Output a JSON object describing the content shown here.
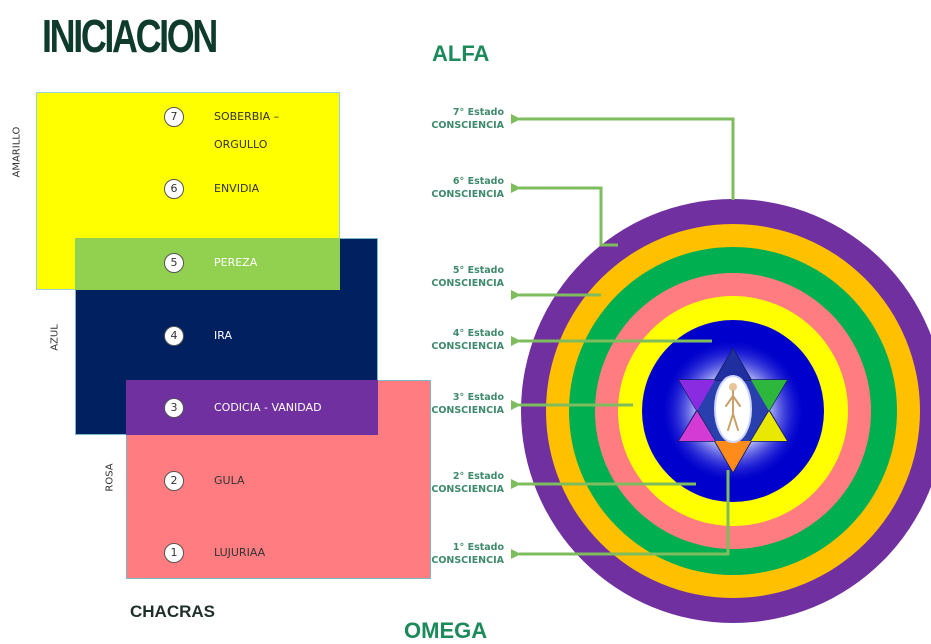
{
  "title": "INICIACION",
  "top_label": "ALFA",
  "bottom_label": "OMEGA",
  "left_caption": "CHACRAS",
  "groups": [
    {
      "label": "AMARILLO",
      "color": "#ffff00"
    },
    {
      "label": "AZUL",
      "color": "#002060"
    },
    {
      "label": "ROSA",
      "color": "#ff7c80"
    }
  ],
  "chakras": [
    {
      "num": "7",
      "label": "SOBERBIA –"
    },
    {
      "num": "",
      "label": "ORGULLO"
    },
    {
      "num": "6",
      "label": "ENVIDIA"
    },
    {
      "num": "5",
      "label": "PEREZA"
    },
    {
      "num": "4",
      "label": "IRA"
    },
    {
      "num": "3",
      "label": "CODICIA - VANIDAD"
    },
    {
      "num": "2",
      "label": "GULA"
    },
    {
      "num": "1",
      "label": "LUJURIAA"
    }
  ],
  "estados": [
    {
      "line1": "7° Estado",
      "line2": "CONSCIENCIA"
    },
    {
      "line1": "6° Estado",
      "line2": "CONSCIENCIA"
    },
    {
      "line1": "5° Estado",
      "line2": "CONSCIENCIA"
    },
    {
      "line1": "4° Estado",
      "line2": "CONSCIENCIA"
    },
    {
      "line1": "3° Estado",
      "line2": "CONSCIENCIA"
    },
    {
      "line1": "2° Estado",
      "line2": "CONSCIENCIA"
    },
    {
      "line1": "1° Estado",
      "line2": "CONSCIENCIA"
    }
  ],
  "ring_colors": [
    "#7030a0",
    "#ffc000",
    "#00b050",
    "#ff7c80",
    "#ffff00",
    "#0000cc"
  ],
  "arrow_color": "#7ebd5e",
  "title_color": "#0e3b2b",
  "accent_color": "#1c8a5a"
}
